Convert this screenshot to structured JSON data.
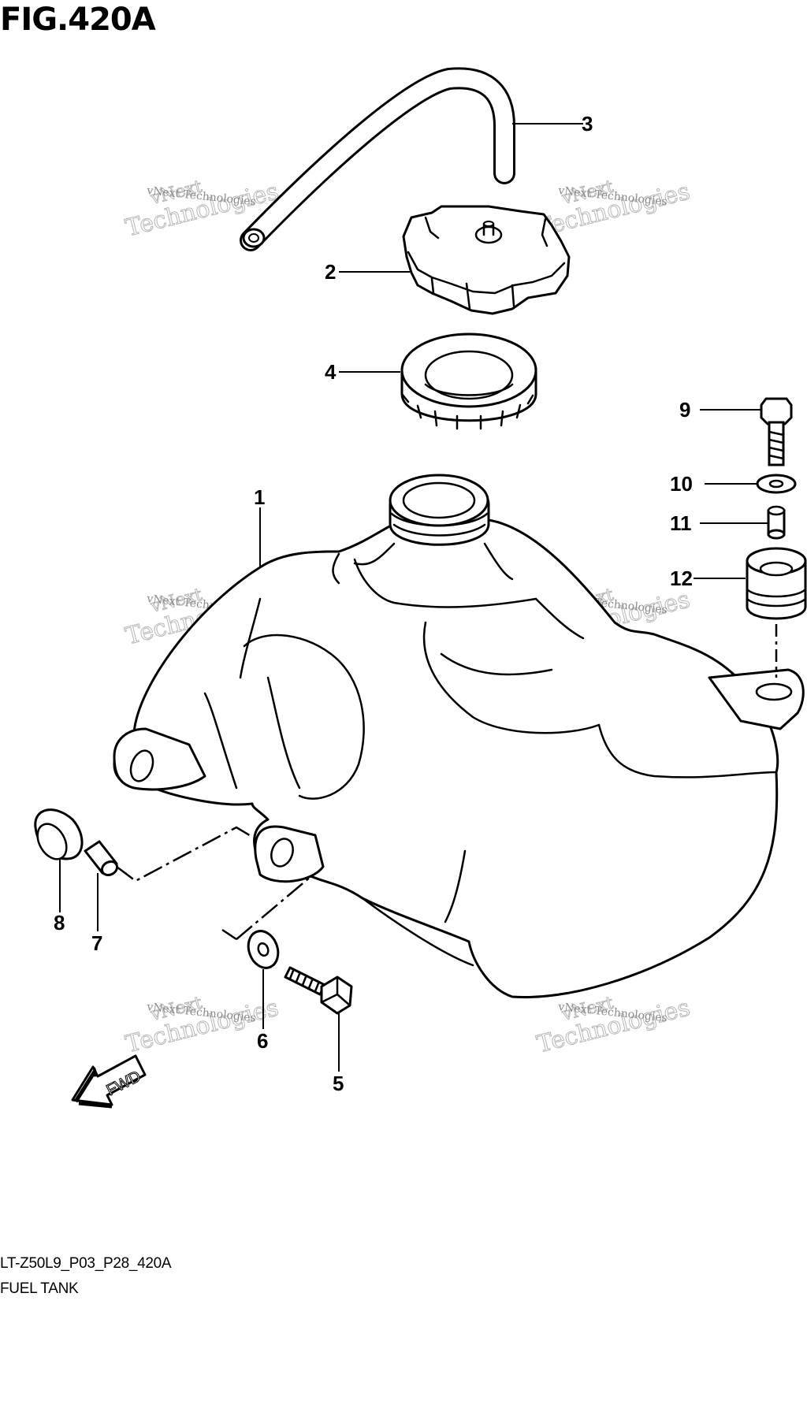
{
  "figure": {
    "title": "FIG.420A"
  },
  "callouts": [
    "1",
    "2",
    "3",
    "4",
    "5",
    "6",
    "7",
    "8",
    "9",
    "10",
    "11",
    "12"
  ],
  "direction_arrow": {
    "label": "FWD"
  },
  "watermark": {
    "line1": "vNext",
    "line2": "Technologies",
    "small": "vNext Technologies"
  },
  "footer": {
    "code": "LT-Z50L9_P03_P28_420A",
    "name": "FUEL TANK"
  }
}
